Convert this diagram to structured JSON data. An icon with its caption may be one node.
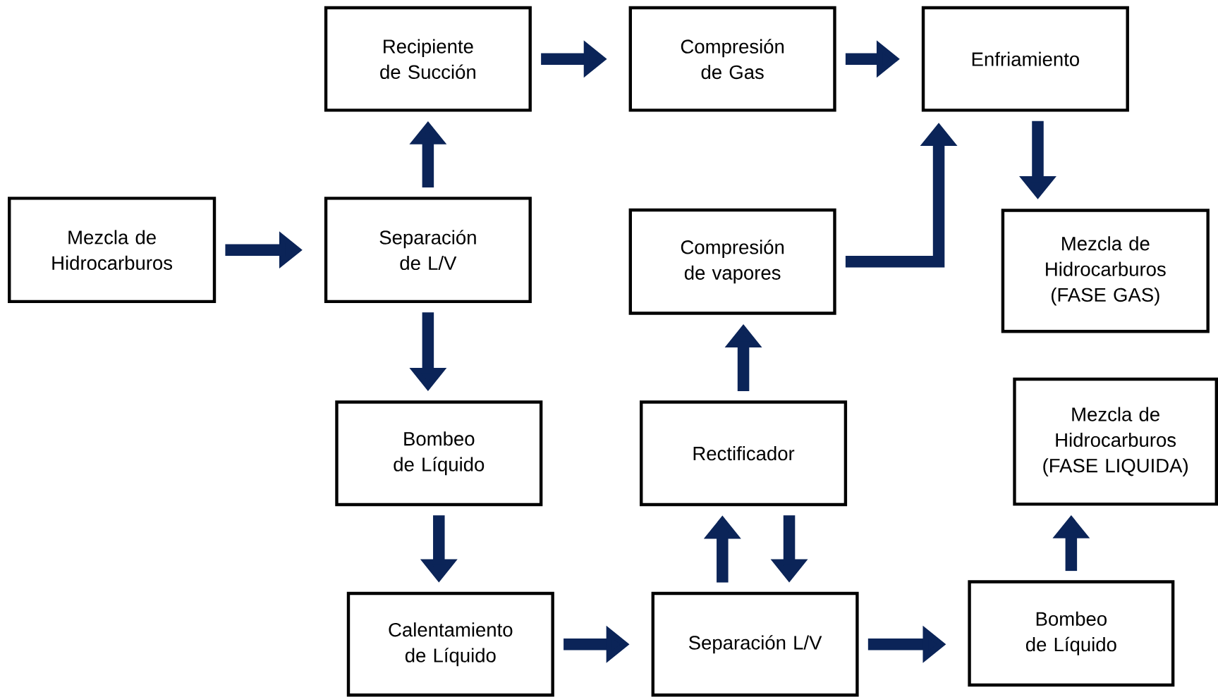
{
  "diagram": {
    "nodes": [
      {
        "text": [
          "Mezcla de Hidrocarburos"
        ]
      },
      {
        "text": [
          "Separación de L/V"
        ]
      },
      {
        "text": [
          "Recipiente de Succión"
        ]
      },
      {
        "text": [
          "Compresión de Gas"
        ]
      },
      {
        "text": [
          "Enfriamiento"
        ]
      },
      {
        "text": [
          "Mezcla de Hidrocarburos (FASE GAS)"
        ]
      },
      {
        "text": [
          "Bombeo de Líquido"
        ]
      },
      {
        "text": [
          "Calentamiento de Líquido"
        ]
      },
      {
        "text": [
          "Separación L/V"
        ]
      },
      {
        "text": [
          "Rectificador"
        ]
      },
      {
        "text": [
          "Compresión de vapores"
        ]
      },
      {
        "text": [
          "Bombeo de Líquido"
        ]
      },
      {
        "text": [
          "Mezcla de Hidrocarburos (FASE LIQUIDA)"
        ]
      }
    ],
    "edges": [
      {
        "from": 0,
        "to": 1,
        "arrow": "to"
      },
      {
        "from": 1,
        "to": 2,
        "arrow": "to"
      },
      {
        "from": 2,
        "to": 3,
        "arrow": "to"
      },
      {
        "from": 3,
        "to": 4,
        "arrow": "to"
      },
      {
        "from": 4,
        "to": 5,
        "arrow": "to"
      },
      {
        "from": 1,
        "to": 6,
        "arrow": "to"
      },
      {
        "from": 6,
        "to": 7,
        "arrow": "to"
      },
      {
        "from": 7,
        "to": 8,
        "arrow": "to"
      },
      {
        "from": 8,
        "to": 9,
        "arrow": "to"
      },
      {
        "from": 9,
        "to": 8,
        "arrow": "to"
      },
      {
        "from": 9,
        "to": 10,
        "arrow": "to"
      },
      {
        "from": 10,
        "to": 4,
        "arrow": "to"
      },
      {
        "from": 8,
        "to": 11,
        "arrow": "to"
      },
      {
        "from": 11,
        "to": 12,
        "arrow": "to"
      }
    ]
  }
}
